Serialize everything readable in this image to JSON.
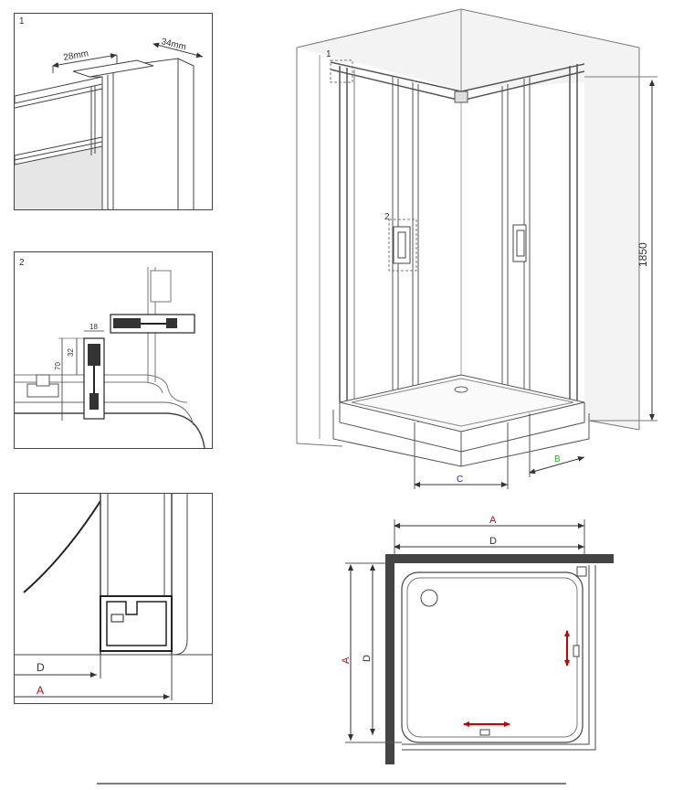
{
  "panels": {
    "detail1_number": "1",
    "detail1_dim_top": "28mm",
    "detail1_dim_side": "34mm",
    "detail2_number": "2",
    "detail2_dims": [
      "18",
      "32",
      "70"
    ],
    "detail3_label_d": "D",
    "detail3_label_a": "A"
  },
  "main_view": {
    "callout_1": "1",
    "callout_2": "2",
    "height": "1850",
    "dim_c": "C",
    "dim_b": "B"
  },
  "plan_view": {
    "dim_a_top": "A",
    "dim_d_top": "D",
    "dim_a_side": "A",
    "dim_d_side": "D"
  },
  "colors": {
    "line": "#333333",
    "red": "#cc0000",
    "blue": "#2a2aa8",
    "green": "#3aaa35",
    "glass": "#e6e6e6"
  }
}
